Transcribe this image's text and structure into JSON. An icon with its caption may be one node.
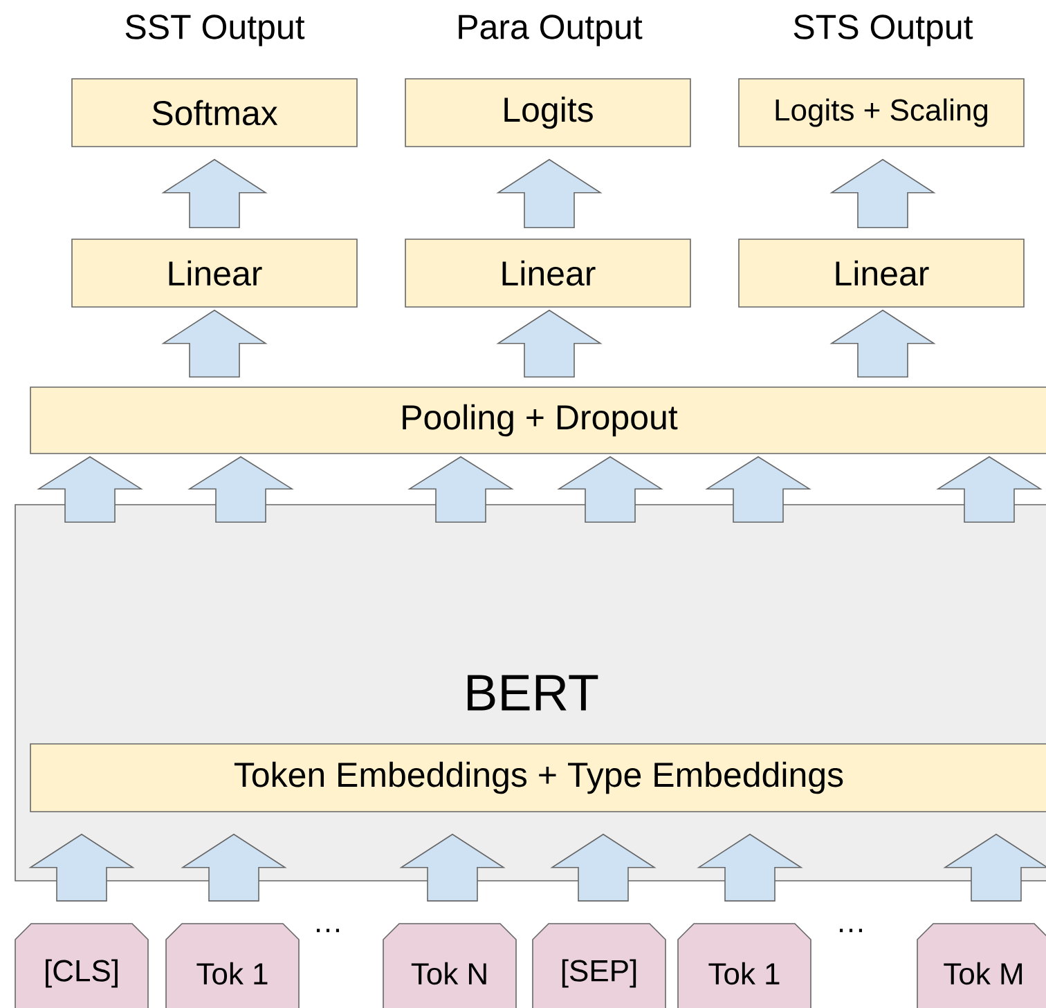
{
  "diagram": {
    "nodes": [
      {
        "text": [
          "Softmax"
        ]
      },
      {
        "text": [
          "Logits"
        ]
      },
      {
        "text": [
          "Logits + Scaling"
        ]
      },
      {
        "text": [
          "Linear"
        ]
      },
      {
        "text": [
          "Linear"
        ]
      },
      {
        "text": [
          "Linear"
        ]
      },
      {
        "text": [
          "Pooling + Dropout"
        ]
      },
      {
        "text": [
          "BERT"
        ]
      },
      {
        "text": [
          "Token Embeddings + Type Embeddings"
        ],
        "in": 7
      },
      {
        "text": [
          "[CLS]"
        ]
      },
      {
        "text": [
          "Tok 1"
        ]
      },
      {
        "text": [
          "Tok N"
        ]
      },
      {
        "text": [
          "[SEP]"
        ]
      },
      {
        "text": [
          "Tok 1"
        ]
      },
      {
        "text": [
          "Tok M"
        ]
      }
    ],
    "edges": [
      {
        "from": 9,
        "to": 8,
        "arrow": "to"
      },
      {
        "from": 10,
        "to": 8,
        "arrow": "to"
      },
      {
        "from": 11,
        "to": 8,
        "arrow": "to"
      },
      {
        "from": 12,
        "to": 8,
        "arrow": "to"
      },
      {
        "from": 13,
        "to": 8,
        "arrow": "to"
      },
      {
        "from": 14,
        "to": 8,
        "arrow": "to"
      },
      {
        "from": 7,
        "to": 6,
        "arrow": "to"
      },
      {
        "from": 7,
        "to": 6,
        "arrow": "to"
      },
      {
        "from": 7,
        "to": 6,
        "arrow": "to"
      },
      {
        "from": 7,
        "to": 6,
        "arrow": "to"
      },
      {
        "from": 7,
        "to": 6,
        "arrow": "to"
      },
      {
        "from": 7,
        "to": 6,
        "arrow": "to"
      },
      {
        "from": 6,
        "to": 3,
        "arrow": "to"
      },
      {
        "from": 6,
        "to": 4,
        "arrow": "to"
      },
      {
        "from": 6,
        "to": 5,
        "arrow": "to"
      },
      {
        "from": 3,
        "to": 0,
        "arrow": "to"
      },
      {
        "from": 4,
        "to": 1,
        "arrow": "to"
      },
      {
        "from": 5,
        "to": 2,
        "arrow": "to"
      }
    ],
    "labels": [
      "SST Output",
      "Para Output",
      "STS Output",
      "…",
      "…"
    ]
  }
}
